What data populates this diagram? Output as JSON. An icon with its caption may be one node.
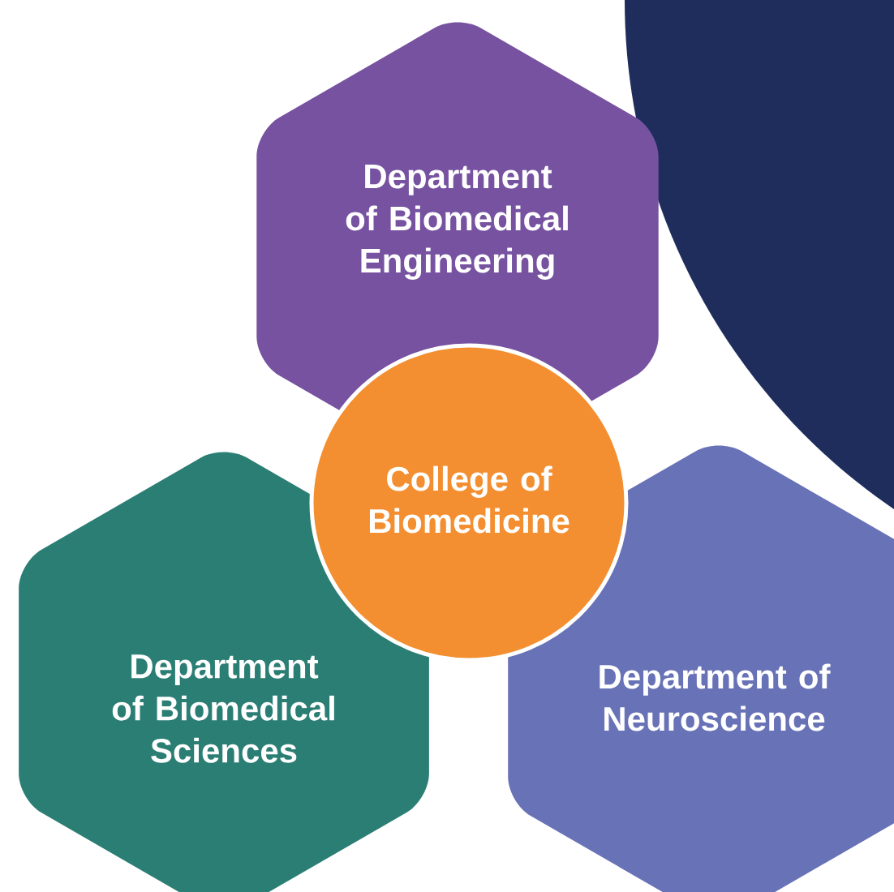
{
  "diagram": {
    "nodes": [
      {
        "text": [
          "Department of Biomedical Engineering"
        ]
      },
      {
        "text": [
          "College of Biomedicine"
        ]
      },
      {
        "text": [
          "Department of Biomedical Sciences"
        ]
      },
      {
        "text": [
          "Department of Neuroscience"
        ]
      }
    ]
  }
}
